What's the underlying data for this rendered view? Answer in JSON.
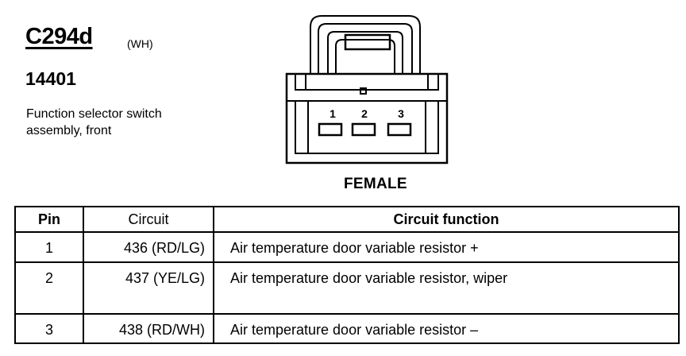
{
  "connector": {
    "id": "C294d",
    "color_code": "(WH)",
    "part_number": "14401",
    "description": "Function selector switch assembly, front",
    "gender": "FEMALE",
    "pin_labels": [
      "1",
      "2",
      "3"
    ]
  },
  "table": {
    "headers": {
      "pin": "Pin",
      "circuit": "Circuit",
      "function": "Circuit function"
    },
    "rows": [
      {
        "pin": "1",
        "circuit": "436 (RD/LG)",
        "function": "Air temperature door variable resistor +"
      },
      {
        "pin": "2",
        "circuit": "437 (YE/LG)",
        "function": "Air temperature door variable resistor, wiper"
      },
      {
        "pin": "3",
        "circuit": "438 (RD/WH)",
        "function": "Air temperature door variable resistor –"
      }
    ]
  }
}
